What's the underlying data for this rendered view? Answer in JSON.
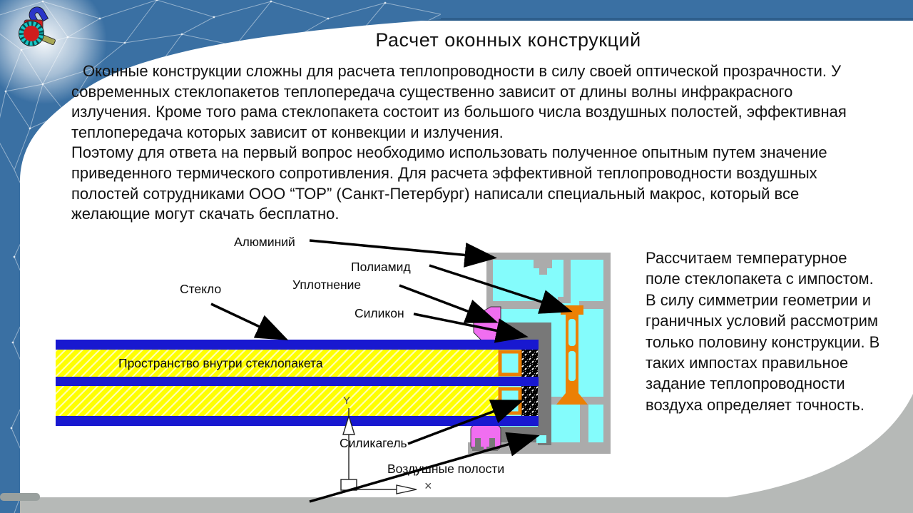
{
  "theme": {
    "band_blue": "#3a70a3",
    "band_edge": "#2e5e8c",
    "footer_gray": "#b6b9b7",
    "footer_tab_gray": "#99a09e",
    "mesh_line": "rgba(255,255,255,0.45)",
    "text_color": "#121212"
  },
  "logo": {
    "icon": "magnet-magnifier-logo"
  },
  "slide": {
    "title": "Расчет оконных конструкций",
    "paragraphs": [
      "Оконные конструкции сложны для расчета теплопроводности в силу своей оптической прозрачности. У современных стеклопакетов теплопередача существенно зависит от длины волны инфракрасного излучения. Кроме того рама стеклопакета состоит из большого числа воздушных полостей, эффективная теплопередача которых зависит от конвекции и излучения.",
      "Поэтому для ответа на первый вопрос необходимо использовать полученное опытным путем значение приведенного термического сопротивления. Для расчета эффективной теплопроводности воздушных полостей сотрудниками ООО “ТОР” (Санкт-Петербург) написали специальный макрос, который все желающие могут скачать бесплатно."
    ],
    "side_note": "Рассчитаем температурное поле стеклопакета с импостом. В силу симметрии геометрии и граничных условий рассмотрим только половину конструкции. В таких импостах правильное задание теплопроводности воздуха определяет точность."
  },
  "diagram": {
    "labels": {
      "aluminum": "Алюминий",
      "polyamide": "Полиамид",
      "seal": "Уплотнение",
      "glass": "Стекло",
      "silicone": "Силикон",
      "space_inside": "Пространство внутри стеклопакета",
      "silica_gel": "Силикагель",
      "air_cavities": "Воздушные полости",
      "axis_y": "Y",
      "axis_x": "×"
    },
    "colors": {
      "frame_cyan": "#84fcfc",
      "aluminum_gray": "#ababab",
      "channel_gray": "#787878",
      "polyamide_orange": "#ec8004",
      "seal_pink": "#f06ef0",
      "glass_blue": "#1818d0",
      "cavity_yellow": "#ffff00",
      "silica_black": "#000000"
    }
  }
}
